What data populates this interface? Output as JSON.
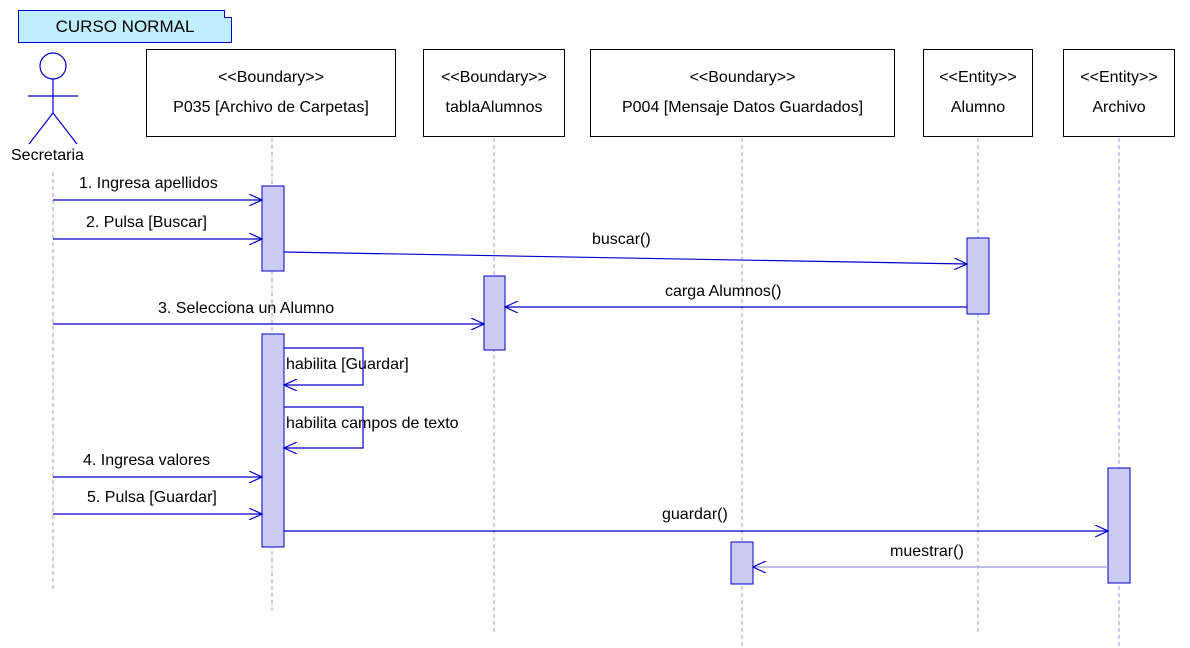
{
  "note": {
    "text": "CURSO NORMAL"
  },
  "actor": {
    "name": "Secretaria"
  },
  "lifelines": [
    {
      "stereotype": "<<Boundary>>",
      "name": "P035 [Archivo de Carpetas]"
    },
    {
      "stereotype": "<<Boundary>>",
      "name": "tablaAlumnos"
    },
    {
      "stereotype": "<<Boundary>>",
      "name": "P004 [Mensaje Datos Guardados]"
    },
    {
      "stereotype": "<<Entity>>",
      "name": "Alumno"
    },
    {
      "stereotype": "<<Entity>>",
      "name": "Archivo"
    }
  ],
  "messages": {
    "m1": "1. Ingresa apellidos",
    "m2": "2. Pulsa [Buscar]",
    "m_buscar": "buscar()",
    "m_carga": "carga Alumnos()",
    "m3": "3. Selecciona un Alumno",
    "m_habilita_guardar": "habilita [Guardar]",
    "m_habilita_campos": "habilita campos de texto",
    "m4": "4. Ingresa valores",
    "m5": "5. Pulsa [Guardar]",
    "m_guardar": "guardar()",
    "m_muestrar": "muestrar()"
  },
  "colors": {
    "message_line": "#0000cc",
    "activation_fill": "#ccccf2",
    "note_fill": "#bfefff",
    "lifeline_dash": "#9999dd"
  }
}
